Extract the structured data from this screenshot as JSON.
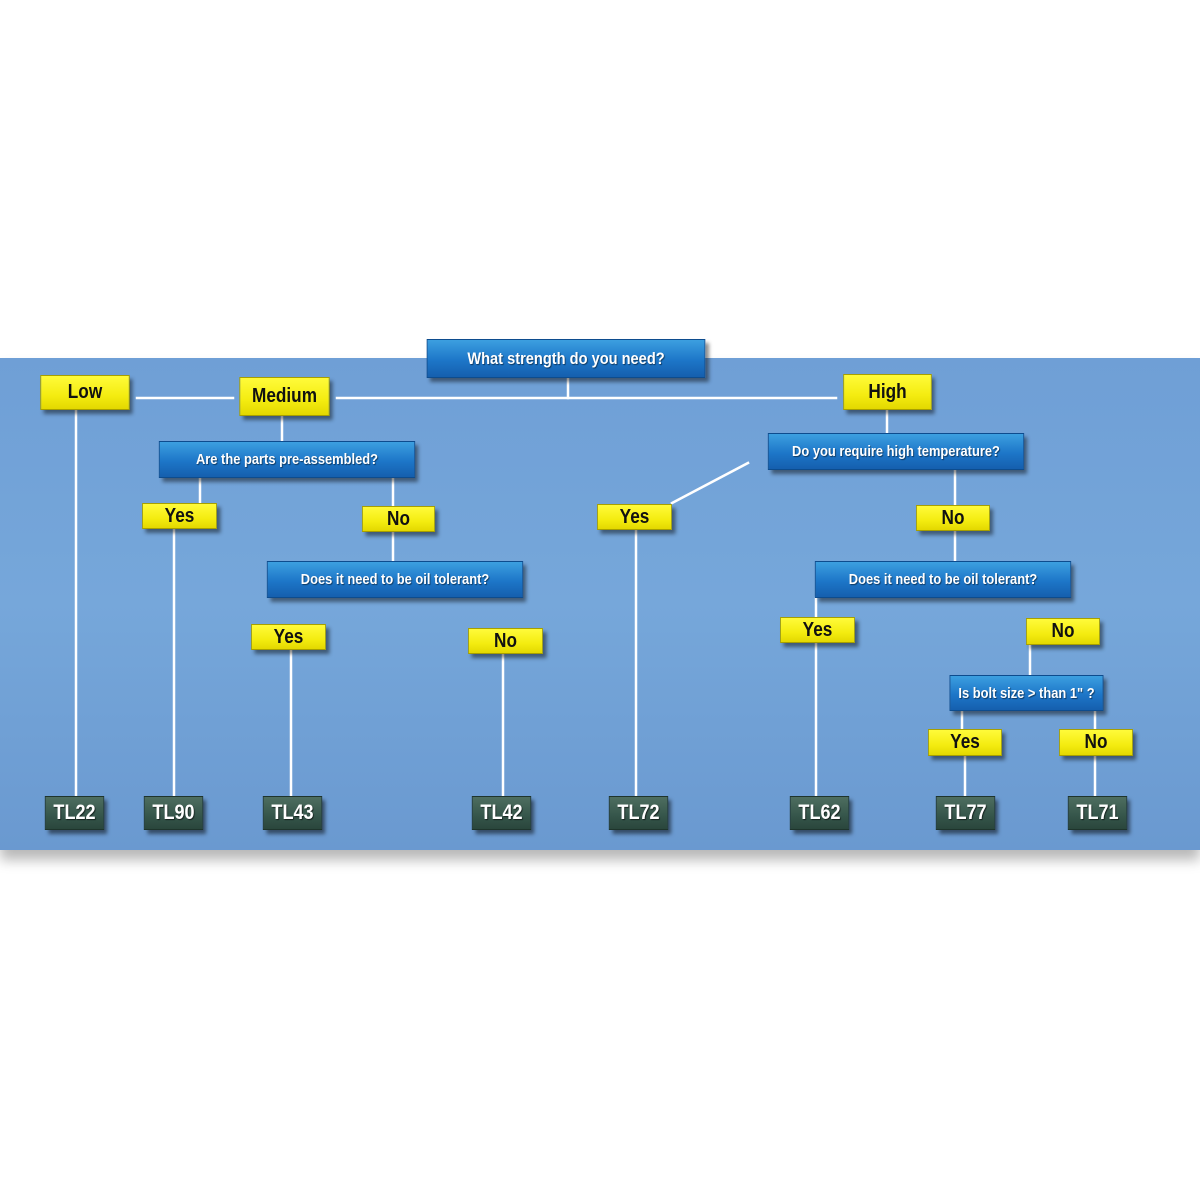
{
  "questions": {
    "strength": "What strength do you need?",
    "pre_assembled": "Are the parts pre-assembled?",
    "oil_tolerant_medium": "Does it need to be oil tolerant?",
    "high_temperature": "Do you require high temperature?",
    "oil_tolerant_high": "Does it need to be oil tolerant?",
    "bolt_size": "Is bolt size > than 1\" ?"
  },
  "answers": {
    "low": "Low",
    "medium": "Medium",
    "high": "High",
    "preassembled_yes": "Yes",
    "preassembled_no": "No",
    "oil_medium_yes": "Yes",
    "oil_medium_no": "No",
    "hightemp_yes": "Yes",
    "hightemp_no": "No",
    "oil_high_yes": "Yes",
    "oil_high_no": "No",
    "bolt_yes": "Yes",
    "bolt_no": "No"
  },
  "products": {
    "tl22": "TL22",
    "tl90": "TL90",
    "tl43": "TL43",
    "tl42": "TL42",
    "tl72": "TL72",
    "tl62": "TL62",
    "tl77": "TL77",
    "tl71": "TL71"
  },
  "colors": {
    "background": "#76a7da",
    "question_box": "#1d76c8",
    "answer_box": "#f4ec10",
    "product_box": "#35554a",
    "connector": "#ffffff"
  }
}
